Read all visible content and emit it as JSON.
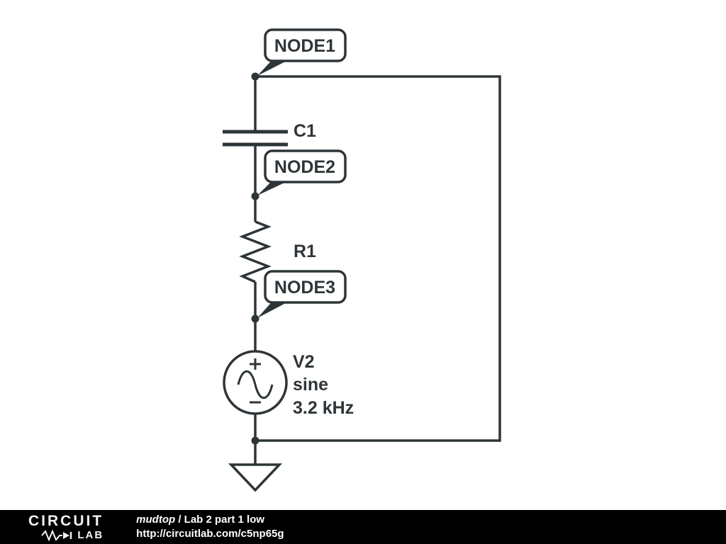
{
  "labels": {
    "node1": "NODE1",
    "node2": "NODE2",
    "node3": "NODE3",
    "c1": "C1",
    "r1": "R1",
    "v2": "V2",
    "v2_type": "sine",
    "v2_freq": "3.2 kHz"
  },
  "colors": {
    "line": "#2e3538",
    "background": "#ffffff",
    "callout_fill": "#ffffff",
    "footer_bg": "#000000",
    "footer_text": "#ffffff"
  },
  "footer": {
    "logo_top": "CIRCUIT",
    "logo_bottom": "LAB",
    "author": "mudtop",
    "separator": " / ",
    "title": "Lab 2 part 1 low",
    "url": "http://circuitlab.com/c5np65g"
  }
}
